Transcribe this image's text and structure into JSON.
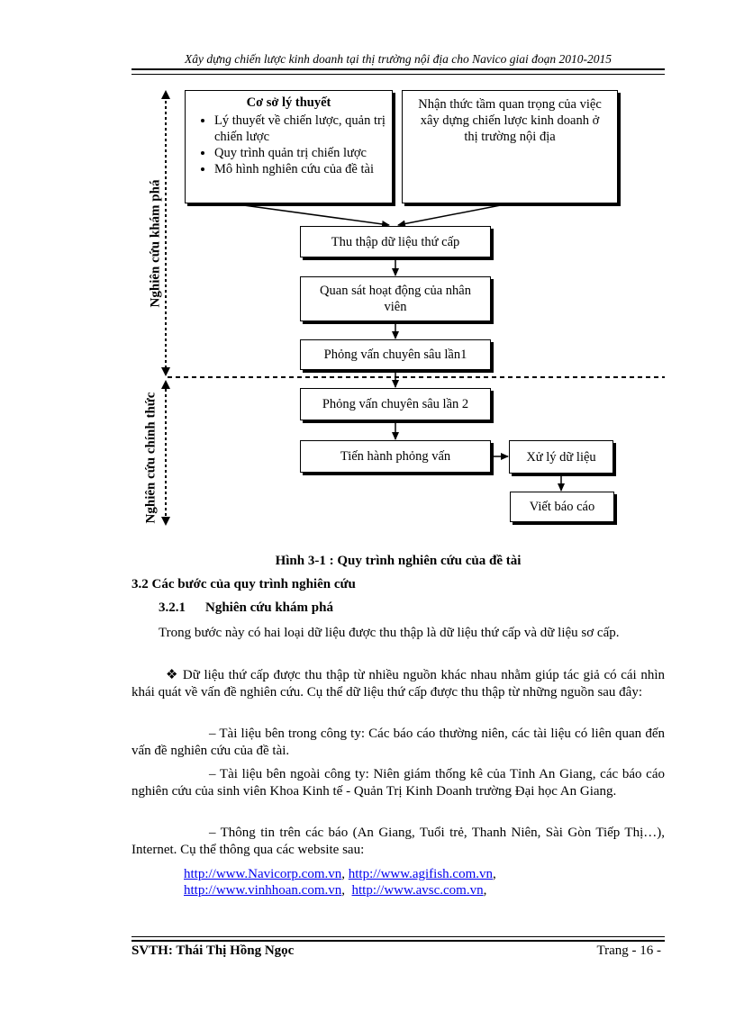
{
  "header": {
    "title": "Xây dựng chiến lược kinh doanh tại thị trường nội địa cho Navico giai đoạn 2010-2015"
  },
  "diagram": {
    "theory_box": {
      "title": "Cơ sở lý thuyết",
      "items": [
        "Lý thuyết về chiến lược, quản trị chiến lược",
        "Quy trình quản trị chiến lược",
        "Mô hình nghiên cứu của đề tài"
      ]
    },
    "awareness_box": "Nhận thức tầm quan trọng của việc xây dựng chiến lược kinh doanh ở thị trường nội địa",
    "step_secondary_data": "Thu thập dữ liệu thứ cấp",
    "step_observe": "Quan sát hoạt động của nhân viên",
    "step_interview_1": "Phỏng vấn chuyên sâu lần1",
    "step_interview_2": "Phỏng vấn chuyên sâu lần 2",
    "step_conduct_interview": "Tiến hành phỏng vấn",
    "step_process_data": "Xử lý dữ liệu",
    "step_write_report": "Viết báo cáo",
    "label_exploratory": "Nghiên cứu khám phá",
    "label_formal": "Nghiên cứu chính thức"
  },
  "caption": "Hình 3-1 : Quy trình nghiên cứu của đề tài",
  "section_heading": "3.2 Các bước của quy trình nghiên cứu",
  "subsection": {
    "number": "3.2.1",
    "title": "Nghiên cứu khám phá"
  },
  "paragraphs": {
    "p1": "Trong bước này có hai loại dữ liệu được thu thập là dữ liệu thứ cấp và dữ liệu sơ cấp.",
    "p2": "❖ Dữ liệu thứ cấp được thu thập từ nhiều nguồn khác nhau nhằm giúp tác giả có cái nhìn khái quát về vấn đề nghiên cứu. Cụ thể dữ liệu thứ cấp được thu thập từ những nguồn sau đây:",
    "p3": "–  Tài liệu bên trong công ty: Các báo cáo thường niên, các tài liệu có liên quan đến vấn đề nghiên cứu của đề tài.",
    "p4": "–  Tài liệu bên ngoài công ty: Niên giám thống kê của Tỉnh An Giang, các báo cáo nghiên cứu của sinh viên Khoa Kinh tế - Quản Trị Kinh Doanh trường Đại học An Giang.",
    "p5": "–  Thông tin trên các báo (An Giang, Tuổi trẻ, Thanh Niên, Sài Gòn Tiếp Thị…), Internet. Cụ thể thông qua các website sau:"
  },
  "links": {
    "l1": "http://www.Navicorp.com.vn",
    "l2": "http://www.agifish.com.vn",
    "l3": "http://www.vinhhoan.com.vn",
    "l4": "http://www.avsc.com.vn"
  },
  "footer": {
    "author": "SVTH: Thái Thị Hồng Ngọc",
    "page": "Trang - 16 -"
  }
}
